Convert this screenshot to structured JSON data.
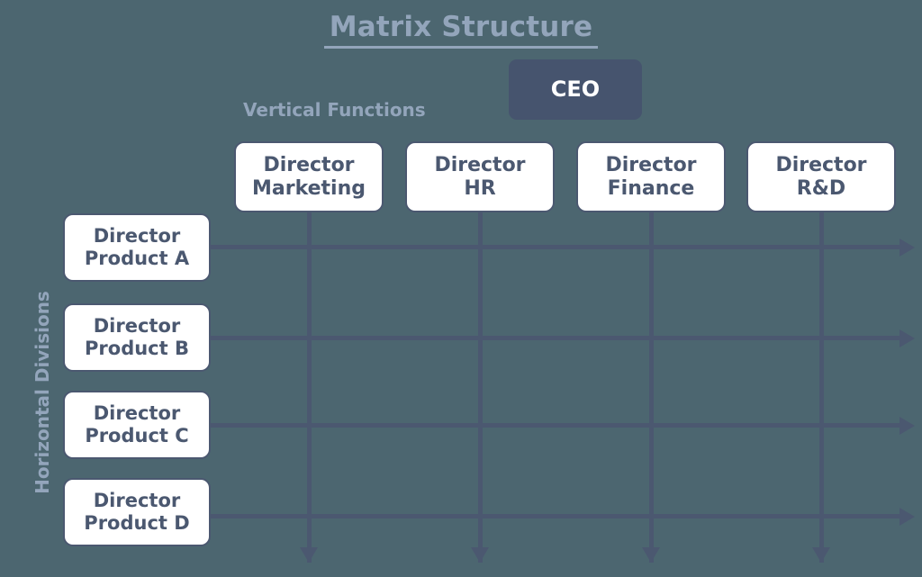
{
  "diagram": {
    "title": "Matrix Structure",
    "background_color": "#4c6670",
    "accent_color": "#93a5bb",
    "line_color": "#4b5870",
    "top_node": {
      "label": "CEO",
      "fill": "#46546e",
      "text_color": "#ffffff"
    },
    "axis_labels": {
      "vertical": "Vertical Functions",
      "horizontal": "Horizontal Divisions"
    },
    "functions": [
      {
        "line1": "Director",
        "line2": "Marketing"
      },
      {
        "line1": "Director",
        "line2": "HR"
      },
      {
        "line1": "Director",
        "line2": "Finance"
      },
      {
        "line1": "Director",
        "line2": "R&D"
      }
    ],
    "divisions": [
      {
        "line1": "Director",
        "line2": "Product A"
      },
      {
        "line1": "Director",
        "line2": "Product B"
      },
      {
        "line1": "Director",
        "line2": "Product C"
      },
      {
        "line1": "Director",
        "line2": "Product D"
      }
    ]
  }
}
